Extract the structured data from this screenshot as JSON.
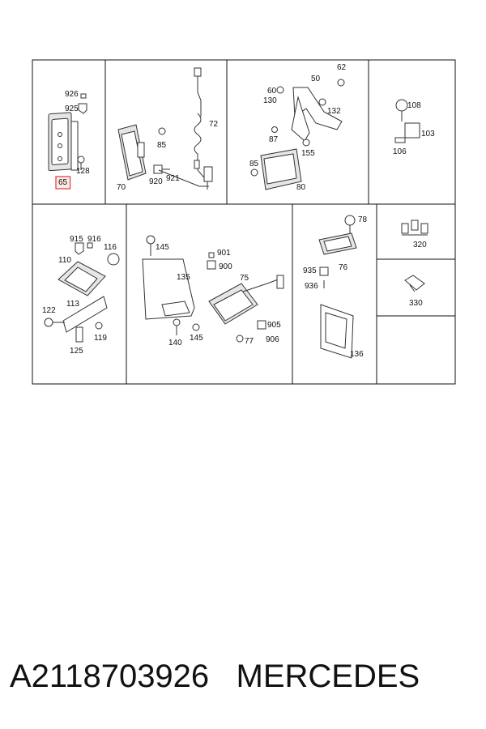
{
  "highlight_color": "#e03a3a",
  "highlighted_part": "65",
  "panels": [
    {
      "id": "p1",
      "labels": [
        "926",
        "925",
        "128",
        "65"
      ]
    },
    {
      "id": "p2",
      "labels": [
        "72",
        "85",
        "920",
        "921",
        "70"
      ]
    },
    {
      "id": "p3",
      "labels": [
        "62",
        "50",
        "60",
        "130",
        "132",
        "87",
        "155",
        "85",
        "80"
      ]
    },
    {
      "id": "p4",
      "labels": [
        "108",
        "103",
        "106"
      ]
    },
    {
      "id": "p5",
      "labels": [
        "915",
        "916",
        "116",
        "110",
        "113",
        "122",
        "119",
        "125"
      ]
    },
    {
      "id": "p6",
      "labels": [
        "145",
        "901",
        "900",
        "135",
        "75",
        "905",
        "906",
        "77",
        "140",
        "145"
      ]
    },
    {
      "id": "p7",
      "labels": [
        "78",
        "935",
        "76",
        "936",
        "136"
      ]
    },
    {
      "id": "p8",
      "labels": [
        "320"
      ]
    },
    {
      "id": "p9",
      "labels": [
        "330"
      ]
    }
  ],
  "footer": {
    "part_number": "A2118703926",
    "brand": "MERCEDES"
  }
}
